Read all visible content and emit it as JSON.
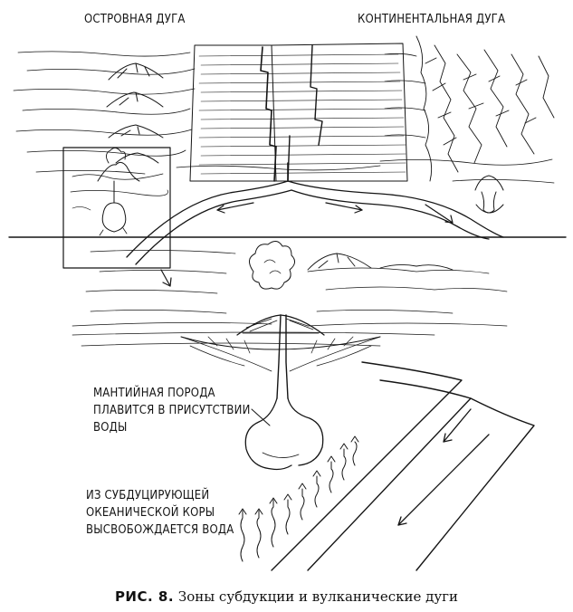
{
  "labels": {
    "island_arc": "ОСТРОВНАЯ ДУГА",
    "continental_arc": "КОНТИНЕНТАЛЬНАЯ ДУГА",
    "mantle_melts": [
      "МАНТИЙНАЯ ПОРОДА",
      "ПЛАВИТСЯ В ПРИСУТСТВИИ",
      "ВОДЫ"
    ],
    "water_released": [
      "ИЗ СУБДУЦИРУЮЩЕЙ",
      "ОКЕАНИЧЕСКОЙ КОРЫ",
      "ВЫСВОБОЖДАЕТСЯ ВОДА"
    ]
  },
  "caption": {
    "number": "РИС. 8.",
    "text": "Зоны субдукции и вулканические дуги"
  },
  "colors": {
    "ink": "#151515",
    "background": "#ffffff"
  }
}
